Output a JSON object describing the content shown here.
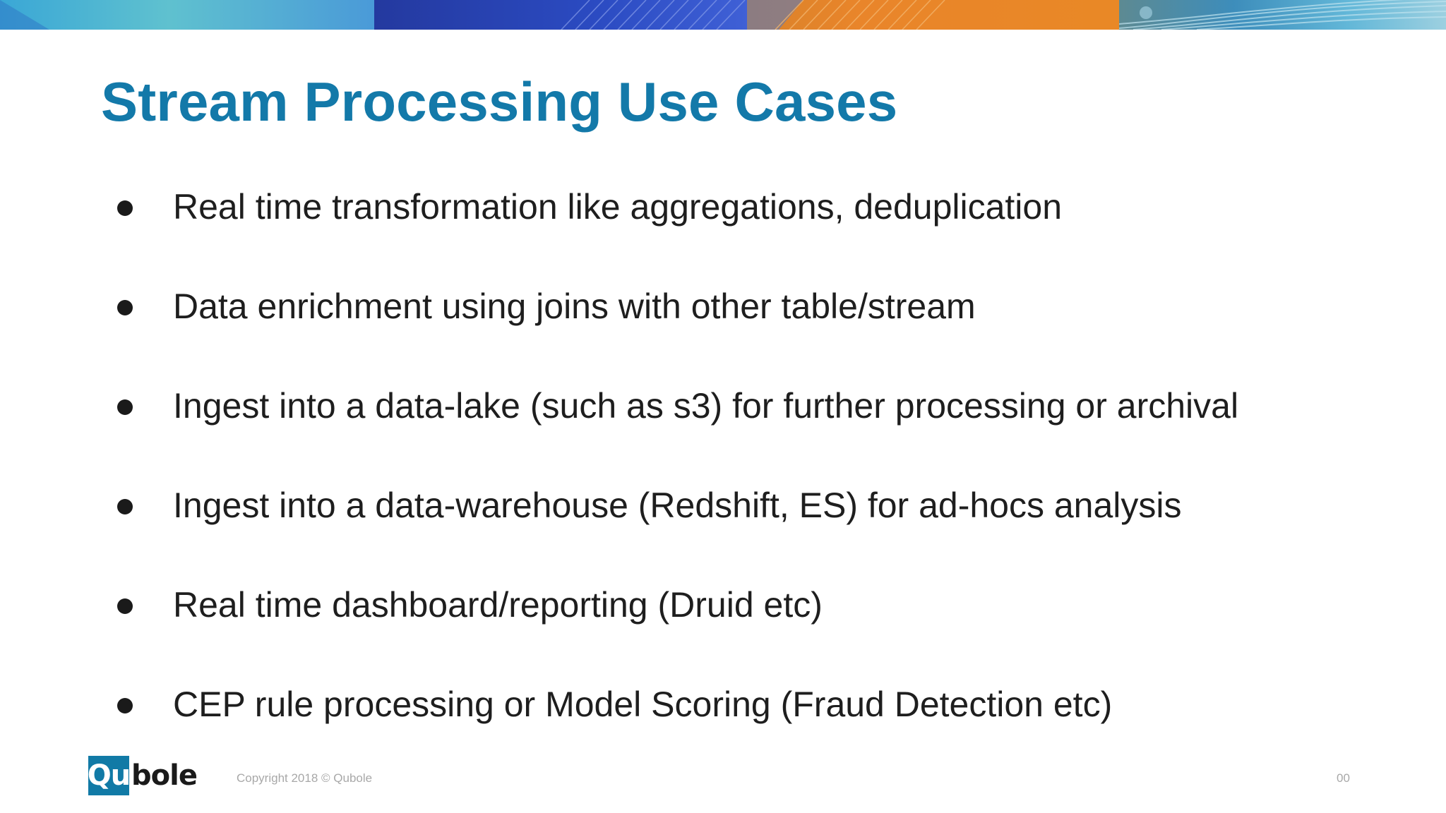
{
  "slide": {
    "title": "Stream Processing Use Cases",
    "bullets": [
      "Real time transformation like aggregations, deduplication",
      "Data enrichment using joins with other table/stream",
      "Ingest into a data-lake (such as s3) for further processing or archival",
      "Ingest into a data-warehouse (Redshift, ES) for ad-hocs analysis",
      "Real time dashboard/reporting (Druid etc)",
      "CEP rule processing or Model Scoring (Fraud Detection etc)"
    ]
  },
  "footer": {
    "logo": {
      "boxed_text": "Qu",
      "rest_text": "bole"
    },
    "copyright": "Copyright 2018  © Qubole",
    "page_number": "00"
  },
  "colors": {
    "title": "#1379a9",
    "brand_blue": "#117aa6",
    "banner_teal": "#3aa7d6",
    "banner_navy": "#24399f",
    "banner_orange": "#e9852a",
    "body_text": "#1e1e1e",
    "footer_text": "#a8a8a8"
  }
}
